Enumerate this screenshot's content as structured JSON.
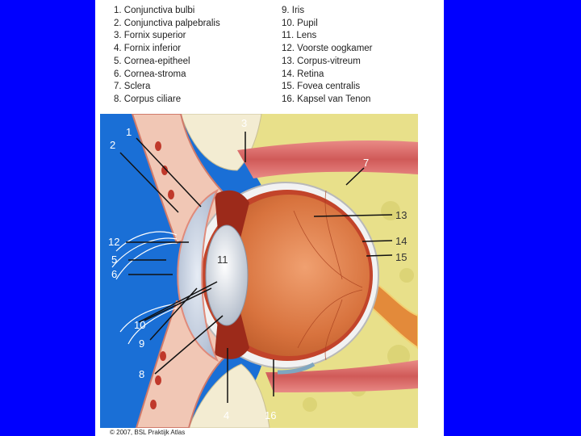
{
  "legend": {
    "left": [
      "1. Conjunctiva bulbi",
      "2. Conjunctiva palpebralis",
      "3. Fornix superior",
      "4. Fornix inferior",
      "5. Cornea-epitheel",
      "6. Cornea-stroma",
      "7. Sclera",
      "8. Corpus ciliare"
    ],
    "right": [
      "9. Iris",
      "10. Pupil",
      "11. Lens",
      "12. Voorste oogkamer",
      "13. Corpus-vitreum",
      "14. Retina",
      "15. Fovea centralis",
      "16. Kapsel van Tenon"
    ]
  },
  "callouts": {
    "c1": "1",
    "c2": "2",
    "c3": "3",
    "c4": "4",
    "c5": "5",
    "c6": "6",
    "c7": "7",
    "c8": "8",
    "c9": "9",
    "c10": "10",
    "c11": "11",
    "c12": "12",
    "c13": "13",
    "c14": "14",
    "c15": "15",
    "c16": "16"
  },
  "copyright": "© 2007, BSL Praktijk Atlas",
  "colors": {
    "background": "#0000ff",
    "panel": "#ffffff",
    "figure_bg": "#1a6fd6",
    "fat": "#e8e08a",
    "sclera": "#f2f2f2",
    "vitreous": "#d9743c",
    "cornea": "#c9d4e4",
    "muscle": "#d86a6a"
  }
}
